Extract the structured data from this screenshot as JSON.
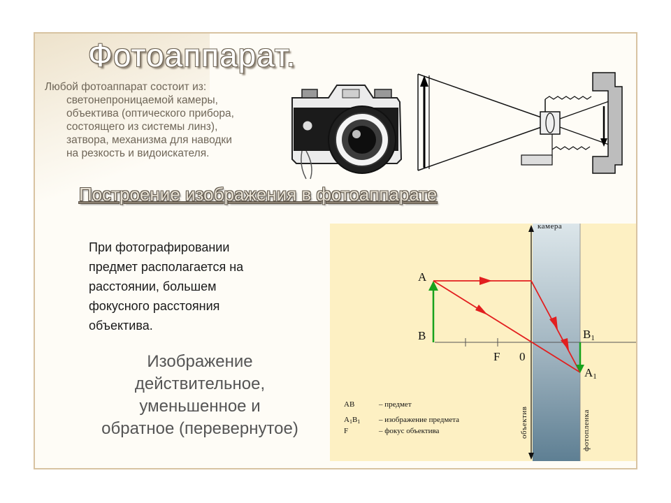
{
  "slide": {
    "title": "Фотоаппарат.",
    "intro_lines": [
      "Любой фотоаппарат состоит из:",
      "светонепроницаемой камеры,",
      "объектива (оптического прибора,",
      "состоящего из системы линз),",
      "затвора, механизма для наводки",
      "на резкость и видоискателя."
    ],
    "subtitle": "Построение изображения в фотоаппарате",
    "description_lines": [
      "При фотографировании",
      "предмет располагается на",
      "расстоянии, большем",
      "фокусного расстояния",
      "объектива."
    ],
    "conclusion_lines": [
      "Изображение",
      "действительное,",
      "уменьшенное и",
      "обратное (перевернутое)"
    ]
  },
  "diagram": {
    "label_camera": "камера",
    "label_lens": "объектив",
    "label_film": "фотопленка",
    "point_A": "A",
    "point_B": "B",
    "point_F": "F",
    "point_0": "0",
    "point_B1_main": "B",
    "point_B1_sub": "1",
    "point_A1_main": "A",
    "point_A1_sub": "1",
    "legend": [
      {
        "key": "AB",
        "desc": "– предмет"
      },
      {
        "key_main": "A",
        "key_sub": "1",
        "key_main2": "B",
        "key_sub2": "1",
        "desc": "– изображение предмета"
      },
      {
        "key": "F",
        "desc": "– фокус объектива"
      }
    ],
    "colors": {
      "background": "#fdf0c3",
      "object_arrow": "#17a21c",
      "rays": "#e21f1f",
      "lens_top": "#dce6ea",
      "lens_bottom": "#5e7f93"
    }
  }
}
